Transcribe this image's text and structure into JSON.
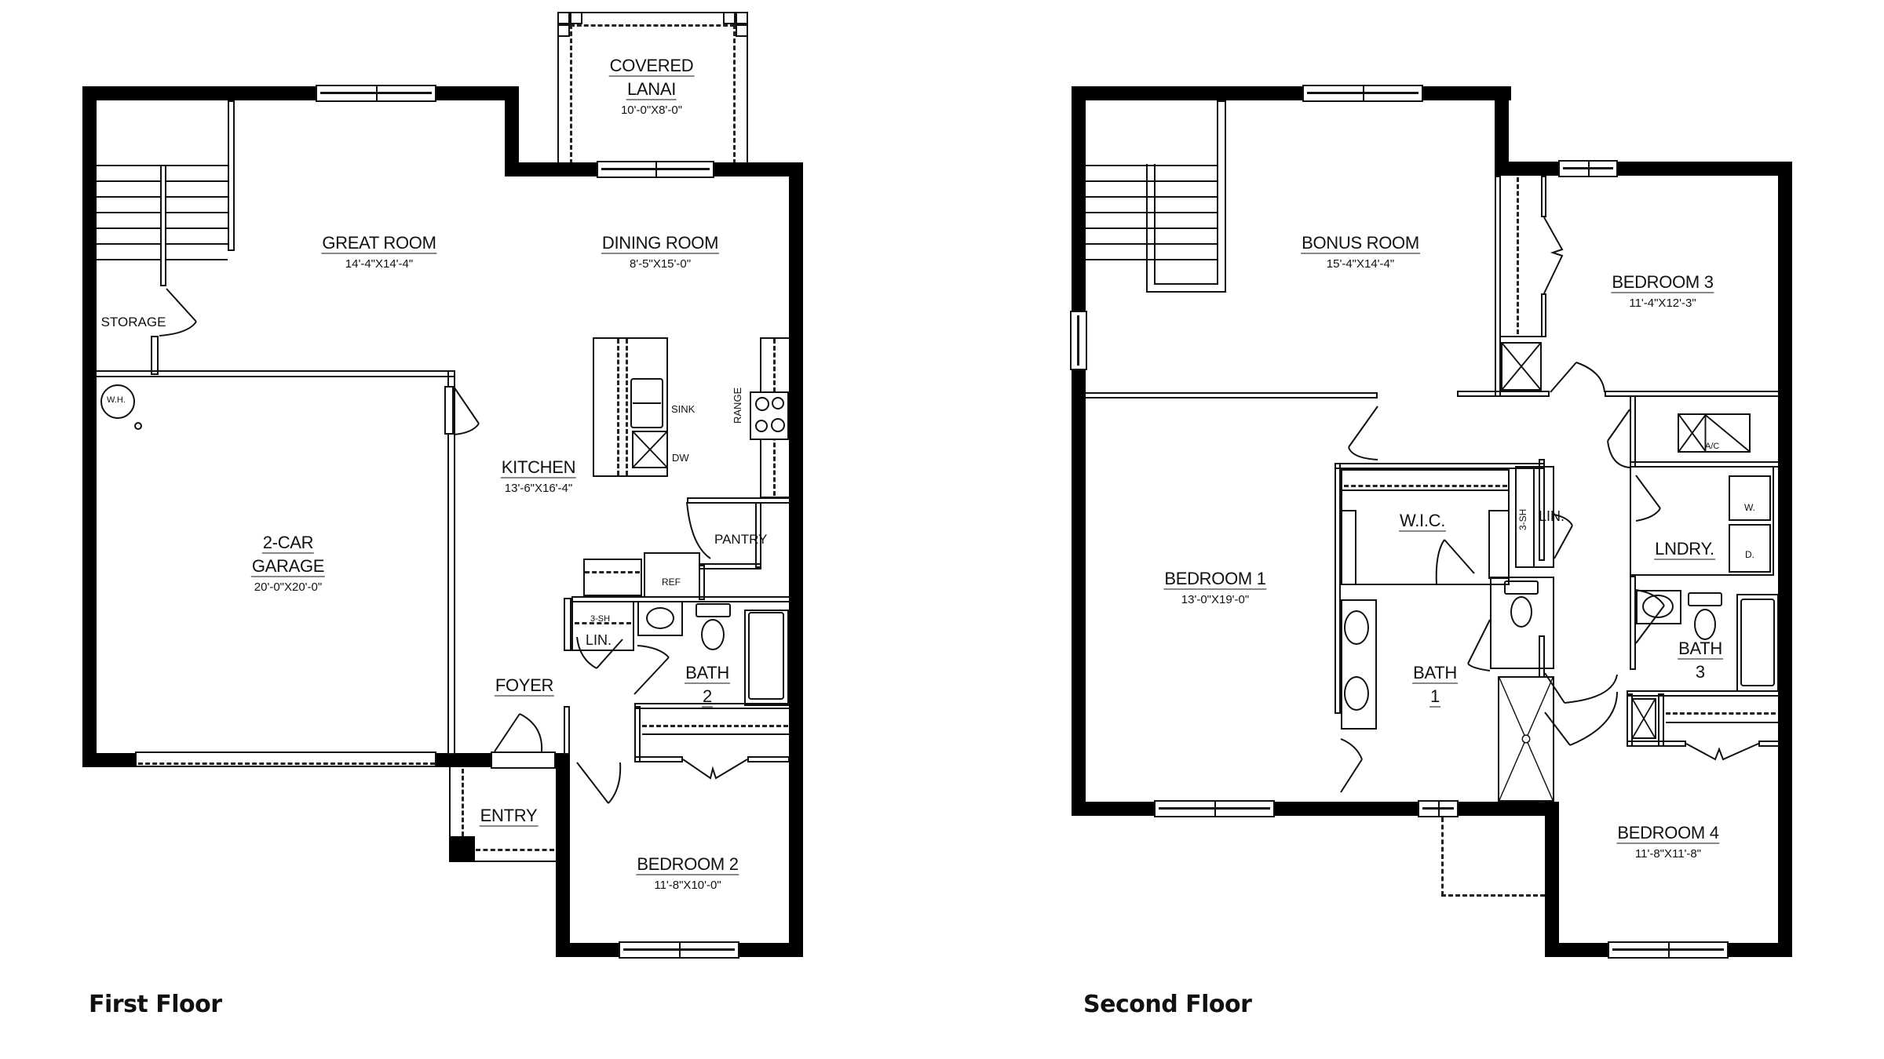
{
  "first_floor": {
    "title": "First Floor",
    "rooms": {
      "covered_lanai": {
        "name_line1": "COVERED",
        "name_line2": "LANAI",
        "dims": "10'-0\"X8'-0\""
      },
      "great_room": {
        "name": "GREAT ROOM",
        "dims": "14'-4\"X14'-4\""
      },
      "dining_room": {
        "name": "DINING ROOM",
        "dims": "8'-5\"X15'-0\""
      },
      "storage": {
        "name": "STORAGE"
      },
      "kitchen": {
        "name": "KITCHEN",
        "dims": "13'-6\"X16'-4\""
      },
      "garage": {
        "name_line1": "2-CAR",
        "name_line2": "GARAGE",
        "dims": "20'-0\"X20'-0\""
      },
      "pantry": {
        "name": "PANTRY"
      },
      "foyer": {
        "name": "FOYER"
      },
      "bath_2": {
        "name": "BATH",
        "number": "2"
      },
      "linen": {
        "name": "LIN.",
        "shelf": "3-SH"
      },
      "entry": {
        "name": "ENTRY"
      },
      "bedroom_2": {
        "name": "BEDROOM 2",
        "dims": "11'-8\"X10'-0\""
      }
    },
    "fixtures": {
      "water_heater": "W.H.",
      "sink": "SINK",
      "dishwasher": "DW",
      "range": "RANGE",
      "refrigerator": "REF"
    }
  },
  "second_floor": {
    "title": "Second Floor",
    "rooms": {
      "bonus_room": {
        "name": "BONUS ROOM",
        "dims": "15'-4\"X14'-4\""
      },
      "bedroom_3": {
        "name": "BEDROOM 3",
        "dims": "11'-4\"X12'-3\""
      },
      "bedroom_1": {
        "name": "BEDROOM 1",
        "dims": "13'-0\"X19'-0\""
      },
      "wic": {
        "name": "W.I.C."
      },
      "linen": {
        "name": "LIN.",
        "shelf": "3-SH"
      },
      "bath_1": {
        "name": "BATH",
        "number": "1"
      },
      "laundry": {
        "name": "LNDRY."
      },
      "bath_3": {
        "name": "BATH",
        "number": "3"
      },
      "bedroom_4": {
        "name": "BEDROOM 4",
        "dims": "11'-8\"X11'-8\""
      }
    },
    "fixtures": {
      "ac": "A/C",
      "washer": "W.",
      "dryer": "D."
    }
  }
}
